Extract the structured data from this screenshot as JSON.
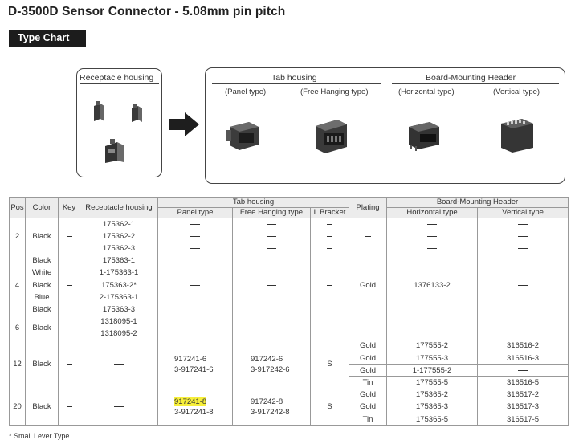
{
  "title": "D-3500D Sensor Connector - 5.08mm pin pitch",
  "badge": "Type Chart",
  "diagram": {
    "receptacle_label": "Receptacle housing",
    "tab_label": "Tab housing",
    "board_label": "Board-Mounting Header",
    "panel_type": "(Panel type)",
    "free_hanging": "(Free Hanging type)",
    "horizontal": "(Horizontal type)",
    "vertical": "(Vertical type)"
  },
  "table": {
    "headers": {
      "pos": "Pos",
      "color": "Color",
      "key": "Key",
      "receptacle": "Receptacle housing",
      "tab": "Tab housing",
      "panel": "Panel type",
      "free": "Free Hanging type",
      "lbracket": "L Bracket",
      "plating": "Plating",
      "board": "Board-Mounting Header",
      "horizontal": "Horizontal type",
      "vertical": "Vertical type"
    },
    "g2": {
      "pos": "2",
      "color": "Black",
      "r": [
        "175362-1",
        "175362-2",
        "175362-3"
      ]
    },
    "g4": {
      "pos": "4",
      "colors": [
        "Black",
        "White",
        "Black",
        "Blue",
        "Black"
      ],
      "r": [
        "175363-1",
        "1-175363-1",
        "175363-2*",
        "2-175363-1",
        "175363-3"
      ],
      "plating": "Gold",
      "horizontal": "1376133-2"
    },
    "g6": {
      "pos": "6",
      "color": "Black",
      "r": [
        "1318095-1",
        "1318095-2"
      ]
    },
    "g12": {
      "pos": "12",
      "color": "Black",
      "panel": [
        "917241-6",
        "3-917241-6"
      ],
      "free": [
        "917242-6",
        "3-917242-6"
      ],
      "lbracket": "S",
      "plating": [
        "Gold",
        "Gold",
        "Gold",
        "Tin"
      ],
      "horizontal": [
        "177555-2",
        "177555-3",
        "1-177555-2",
        "177555-5"
      ],
      "vertical": [
        "316516-2",
        "316516-3",
        "",
        "316516-5"
      ]
    },
    "g20": {
      "pos": "20",
      "color": "Black",
      "panel": [
        "917241-8",
        "3-917241-8"
      ],
      "free": [
        "917242-8",
        "3-917242-8"
      ],
      "lbracket": "S",
      "plating": [
        "Gold",
        "Gold",
        "Tin"
      ],
      "horizontal": [
        "175365-2",
        "175365-3",
        "175365-5"
      ],
      "vertical": [
        "316517-2",
        "316517-3",
        "316517-5"
      ]
    }
  },
  "footnote": "* Small Lever Type",
  "colors": {
    "highlight": "#f7ef3a",
    "header_bg": "#ececec",
    "badge_bg": "#1c1c1c"
  }
}
